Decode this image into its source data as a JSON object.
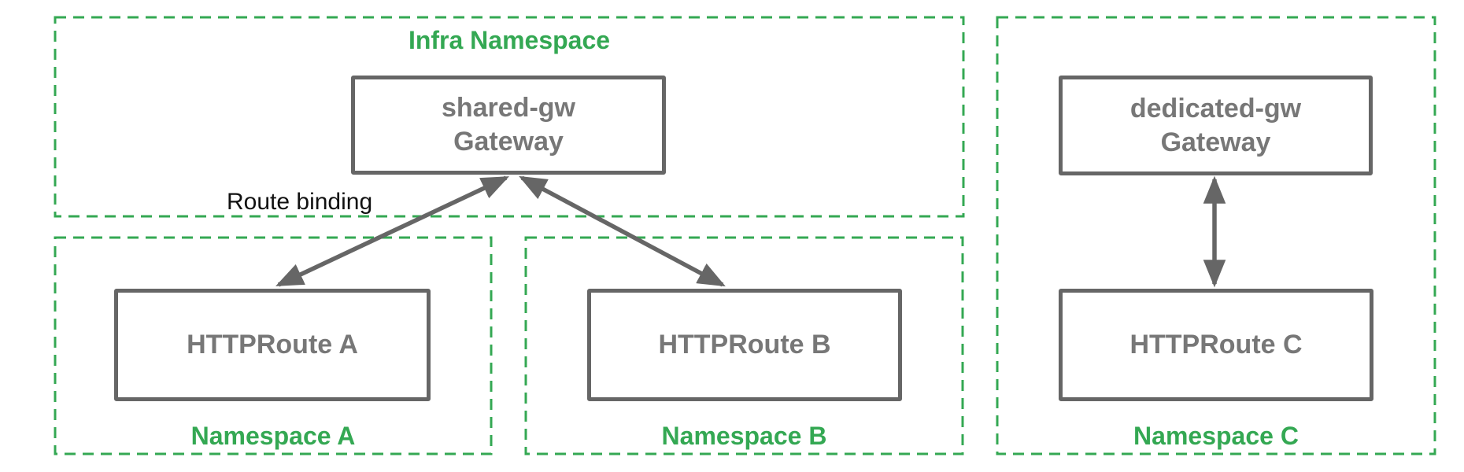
{
  "diagram": {
    "infra_namespace": {
      "label": "Infra Namespace",
      "gateway": {
        "name": "shared-gw",
        "kind": "Gateway"
      }
    },
    "namespace_a": {
      "label": "Namespace A",
      "route": "HTTPRoute A"
    },
    "namespace_b": {
      "label": "Namespace B",
      "route": "HTTPRoute B"
    },
    "namespace_c": {
      "label": "Namespace C",
      "gateway": {
        "name": "dedicated-gw",
        "kind": "Gateway"
      },
      "route": "HTTPRoute C"
    },
    "annotations": {
      "route_binding_label": "Route binding"
    },
    "edges": [
      {
        "from": "HTTPRoute A",
        "to": "shared-gw Gateway",
        "style": "double-arrow",
        "label": "Route binding"
      },
      {
        "from": "HTTPRoute B",
        "to": "shared-gw Gateway",
        "style": "double-arrow",
        "label": ""
      },
      {
        "from": "HTTPRoute C",
        "to": "dedicated-gw Gateway",
        "style": "double-arrow",
        "label": ""
      }
    ],
    "colors": {
      "namespace_green": "#34A853",
      "node_border_grey": "#666666",
      "node_text_grey": "#777777",
      "annotation_black": "#111111",
      "background": "#ffffff"
    }
  }
}
